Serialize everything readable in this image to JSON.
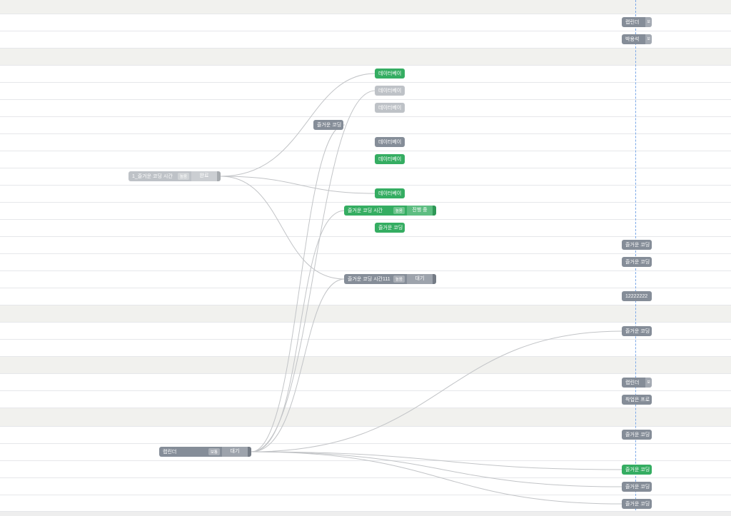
{
  "gantt": {
    "rows": [
      {
        "kind": "group"
      },
      {
        "kind": "task"
      },
      {
        "kind": "task"
      },
      {
        "kind": "group"
      },
      {
        "kind": "task"
      },
      {
        "kind": "task"
      },
      {
        "kind": "task"
      },
      {
        "kind": "task"
      },
      {
        "kind": "task"
      },
      {
        "kind": "task"
      },
      {
        "kind": "task"
      },
      {
        "kind": "task"
      },
      {
        "kind": "task"
      },
      {
        "kind": "task"
      },
      {
        "kind": "task"
      },
      {
        "kind": "task"
      },
      {
        "kind": "task"
      },
      {
        "kind": "task"
      },
      {
        "kind": "group"
      },
      {
        "kind": "task"
      },
      {
        "kind": "task"
      },
      {
        "kind": "group"
      },
      {
        "kind": "task"
      },
      {
        "kind": "task"
      },
      {
        "kind": "group"
      },
      {
        "kind": "task"
      },
      {
        "kind": "task"
      },
      {
        "kind": "task"
      },
      {
        "kind": "task"
      },
      {
        "kind": "task"
      }
    ],
    "tasks": {
      "t_r1": {
        "label": "랩린더",
        "mini": "보",
        "color": "gray"
      },
      "t_r2": {
        "label": "박용석",
        "mini": "보",
        "color": "gray"
      },
      "t_d1": {
        "label": "데이터베이",
        "color": "green"
      },
      "t_d2": {
        "label": "데이터베이",
        "color": "light"
      },
      "t_d3": {
        "label": "데이터베이",
        "color": "light"
      },
      "t_c1": {
        "label": "즐거운 코딩",
        "color": "gray"
      },
      "t_d4": {
        "label": "데이터베이",
        "color": "gray"
      },
      "t_d5": {
        "label": "데이터베이",
        "color": "green"
      },
      "t_main1": {
        "label": "1_즐거운 코딩 시간",
        "priority": "높음",
        "status": "완료",
        "color": "light"
      },
      "t_d6": {
        "label": "데이터베이",
        "color": "green"
      },
      "t_prog": {
        "label": "즐거운 코딩 시간",
        "priority": "높음",
        "status": "진행 중",
        "color": "green"
      },
      "t_c2": {
        "label": "즐거운 코딩",
        "color": "green"
      },
      "t_r3": {
        "label": "즐거운 코딩",
        "color": "gray"
      },
      "t_r4": {
        "label": "즐거운 코딩",
        "color": "gray"
      },
      "t_wait1": {
        "label": "즐거운 코딩 시간111",
        "priority": "높음",
        "status": "대기",
        "color": "gray"
      },
      "t_r5": {
        "label": "12222222",
        "color": "gray"
      },
      "t_r6": {
        "label": "즐거운 코딩",
        "color": "gray"
      },
      "t_r7": {
        "label": "랩린더",
        "mini": "보",
        "color": "gray"
      },
      "t_r8": {
        "label": "착업은 프로",
        "color": "gray"
      },
      "t_r9": {
        "label": "즐거운 코딩",
        "color": "gray"
      },
      "t_main2": {
        "label": "랩린더",
        "priority": "보통",
        "status": "대기",
        "color": "gray"
      },
      "t_r10": {
        "label": "즐거운 코딩",
        "color": "green"
      },
      "t_r11": {
        "label": "즐거운 코딩",
        "color": "gray"
      },
      "t_r12": {
        "label": "즐거운 코딩",
        "color": "gray"
      }
    },
    "links": [
      {
        "from": "t_main1",
        "to": "t_d1"
      },
      {
        "from": "t_main1",
        "to": "t_d6"
      },
      {
        "from": "t_main1",
        "to": "t_wait1"
      },
      {
        "from": "t_main2",
        "to": "t_d2"
      },
      {
        "from": "t_main2",
        "to": "t_c1"
      },
      {
        "from": "t_main2",
        "to": "t_prog"
      },
      {
        "from": "t_main2",
        "to": "t_wait1"
      },
      {
        "from": "t_main2",
        "to": "t_r6"
      },
      {
        "from": "t_main2",
        "to": "t_r10"
      },
      {
        "from": "t_main2",
        "to": "t_r11"
      },
      {
        "from": "t_main2",
        "to": "t_r12"
      }
    ],
    "colors": {
      "gray": "#858d98",
      "light": "#bec2c7",
      "green": "#35ad62",
      "link": "#c2c4c7",
      "today": "#7aa8e8"
    }
  }
}
